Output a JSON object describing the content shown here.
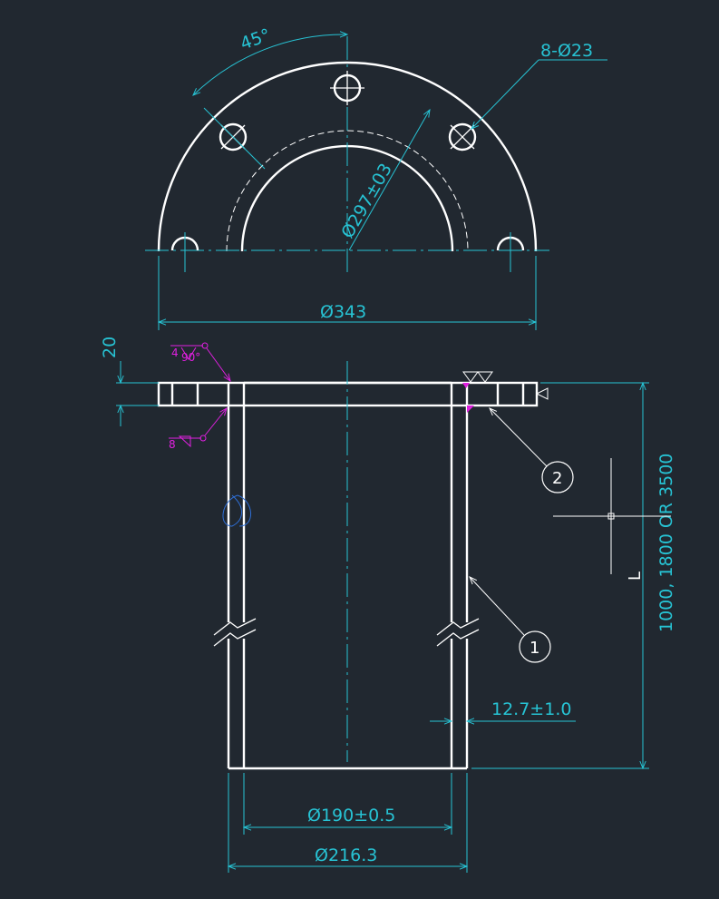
{
  "dimensions": {
    "angle": "45°",
    "holes": "8-Ø23",
    "bolt_circle": "Ø297±03",
    "flange_od": "Ø343",
    "flange_thickness": "20",
    "length": "1000, 1800 OR 3500",
    "wall": "12.7±1.0",
    "inner_dia": "Ø190±0.5",
    "outer_dia": "Ø216.3",
    "length_symbol": "L"
  },
  "welds": {
    "top_size": "4",
    "top_angle": "90°",
    "bottom_size": "8"
  },
  "balloons": {
    "part_1": "1",
    "part_2": "2"
  },
  "colors": {
    "background": "#212830",
    "outline": "#ffffff",
    "dimension": "#27c3d4",
    "weld": "#e020e0"
  }
}
